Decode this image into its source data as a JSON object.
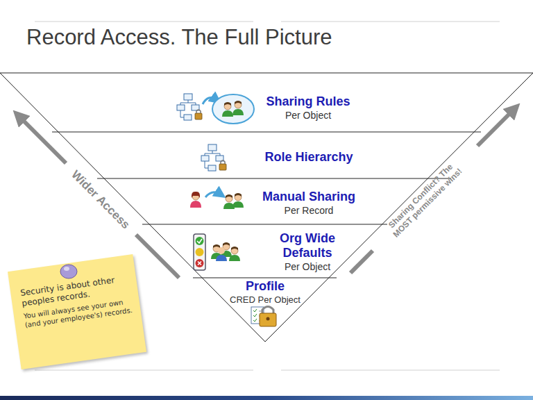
{
  "diagram": {
    "title": "Record Access. The Full Picture",
    "nodes": [
      {
        "text": [
          "Sharing Rules",
          "Per Object"
        ]
      },
      {
        "text": [
          "Role Hierarchy"
        ]
      },
      {
        "text": [
          "Manual Sharing",
          "Per Record"
        ]
      },
      {
        "text": [
          "Org Wide Defaults",
          "Per Object"
        ]
      },
      {
        "text": [
          "Profile",
          "CRED Per Object"
        ]
      },
      {
        "text": [
          "Security is about other peoples records.",
          "You will always see your own (and your employee's) records."
        ]
      }
    ],
    "edges": [],
    "labels": [
      "Wider Access",
      "Sharing Conflict? The MOST permissive wins!"
    ]
  }
}
